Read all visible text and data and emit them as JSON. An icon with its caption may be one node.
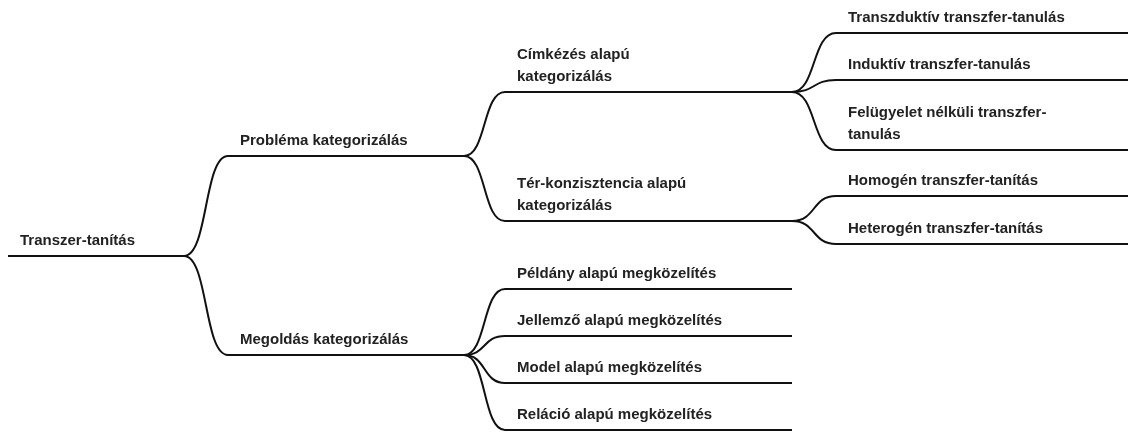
{
  "diagram": {
    "nodes": [
      {
        "text": [
          "Transzer-tanítás"
        ]
      },
      {
        "text": [
          "Probléma kategorizálás"
        ]
      },
      {
        "text": [
          "Megoldás kategorizálás"
        ]
      },
      {
        "text": [
          "Címkézés alapú kategorizálás"
        ]
      },
      {
        "text": [
          "Tér-konzisztencia alapú kategorizálás"
        ]
      },
      {
        "text": [
          "Transzduktív transzfer-tanulás"
        ]
      },
      {
        "text": [
          "Induktív transzfer-tanulás"
        ]
      },
      {
        "text": [
          "Felügyelet nélküli transzfer-tanulás"
        ]
      },
      {
        "text": [
          "Homogén transzfer-tanítás"
        ]
      },
      {
        "text": [
          "Heterogén transzfer-tanítás"
        ]
      },
      {
        "text": [
          "Példány alapú megközelítés"
        ]
      },
      {
        "text": [
          "Jellemző alapú megközelítés"
        ]
      },
      {
        "text": [
          "Model alapú megközelítés"
        ]
      },
      {
        "text": [
          "Reláció alapú megközelítés"
        ]
      }
    ],
    "edges": [
      {
        "from": 0,
        "to": 1,
        "arrow": "none"
      },
      {
        "from": 0,
        "to": 2,
        "arrow": "none"
      },
      {
        "from": 1,
        "to": 3,
        "arrow": "none"
      },
      {
        "from": 1,
        "to": 4,
        "arrow": "none"
      },
      {
        "from": 3,
        "to": 5,
        "arrow": "none"
      },
      {
        "from": 3,
        "to": 6,
        "arrow": "none"
      },
      {
        "from": 3,
        "to": 7,
        "arrow": "none"
      },
      {
        "from": 4,
        "to": 8,
        "arrow": "none"
      },
      {
        "from": 4,
        "to": 9,
        "arrow": "none"
      },
      {
        "from": 2,
        "to": 10,
        "arrow": "none"
      },
      {
        "from": 2,
        "to": 11,
        "arrow": "none"
      },
      {
        "from": 2,
        "to": 12,
        "arrow": "none"
      },
      {
        "from": 2,
        "to": 13,
        "arrow": "none"
      }
    ]
  }
}
